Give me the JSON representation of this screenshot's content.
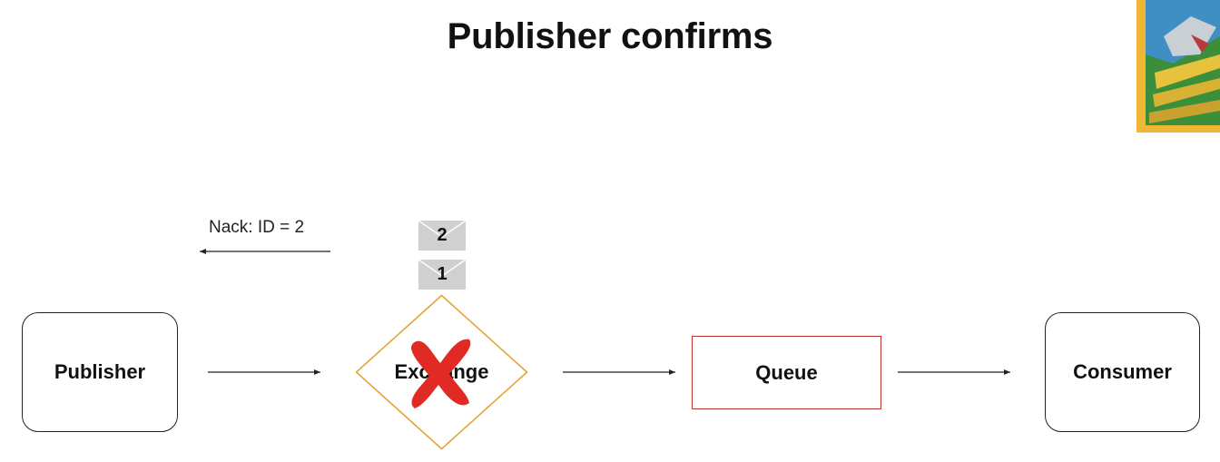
{
  "slide": {
    "title": "Publisher confirms"
  },
  "diagram": {
    "nodes": {
      "publisher": "Publisher",
      "exchange": "Exchange",
      "queue": "Queue",
      "consumer": "Consumer"
    },
    "nack_label": "Nack: ID = 2",
    "messages": [
      "2",
      "1"
    ],
    "exchange_failed": true
  },
  "colors": {
    "exchange_border": "#e8a33a",
    "queue_border": "#b9312d",
    "fail_mark": "#e02a23",
    "envelope_fill": "#d0d0d0"
  },
  "icons": {
    "fail": "x-mark-icon",
    "message": "envelope-icon",
    "thumbnail": "presenter-thumbnail"
  }
}
